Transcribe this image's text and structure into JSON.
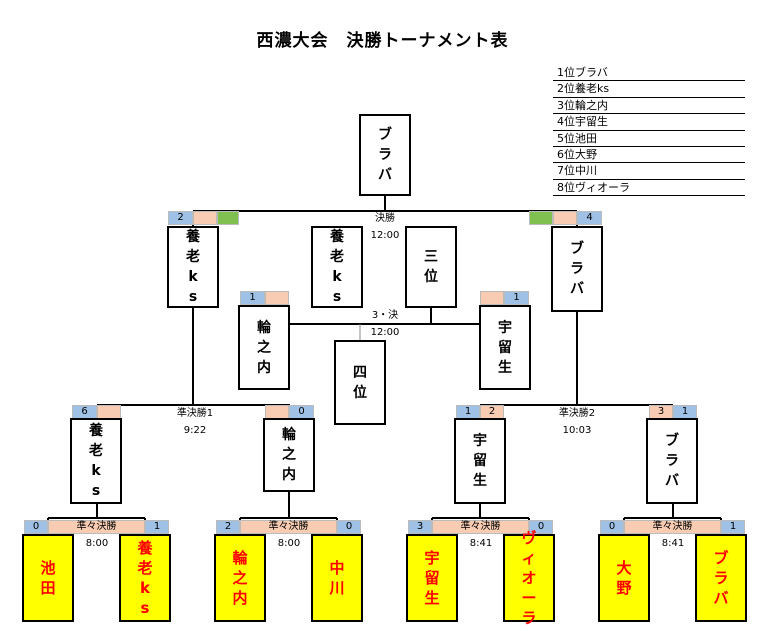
{
  "title": "西濃大会　決勝トーナメント表",
  "ranking": [
    "1位ブラバ",
    "2位養老ks",
    "3位輪之内",
    "4位宇留生",
    "5位池田",
    "6位大野",
    "7位中川",
    "8位ヴィオーラ"
  ],
  "final": {
    "champion": "ブラバ",
    "label": "決勝",
    "time": "12:00",
    "left_team": "養老ks",
    "left_score": "2",
    "right_team": "ブラバ",
    "right_score": "4",
    "runner_up": "養老ks"
  },
  "third_place": {
    "label": "3・決",
    "time": "12:00",
    "winner": "三位",
    "loser": "四位",
    "left_team": "輪之内",
    "left_score": "1",
    "right_team": "宇留生",
    "right_score": "1"
  },
  "semifinals": [
    {
      "label": "準決勝1",
      "time": "9:22",
      "left_team": "養老ks",
      "left_score": "6",
      "right_team": "輪之内",
      "right_score": "0"
    },
    {
      "label": "準決勝2",
      "time": "10:03",
      "left_team": "宇留生",
      "left_score": "1",
      "left_score_b": "2",
      "right_team": "ブラバ",
      "right_score": "3",
      "right_score_b": "1"
    }
  ],
  "quarterfinals": [
    {
      "label": "準々決勝",
      "time": "8:00",
      "left_team": "池田",
      "left_score": "0",
      "right_team": "養老ks",
      "right_score": "1"
    },
    {
      "label": "準々決勝",
      "time": "8:00",
      "left_team": "輪之内",
      "left_score": "2",
      "right_team": "中川",
      "right_score": "0"
    },
    {
      "label": "準々決勝",
      "time": "8:41",
      "left_team": "宇留生",
      "left_score": "3",
      "right_team": "ヴィオーラ",
      "right_score": "0"
    },
    {
      "label": "準々決勝",
      "time": "8:41",
      "left_team": "大野",
      "left_score": "0",
      "right_team": "ブラバ",
      "right_score": "1"
    }
  ],
  "colors": {
    "score_cell": "#9fc1e6",
    "header_cell": "#f8ccb2",
    "win_mark": "#80c050",
    "team_yellow": "#ffff00",
    "team_text_red": "#ff0000"
  }
}
